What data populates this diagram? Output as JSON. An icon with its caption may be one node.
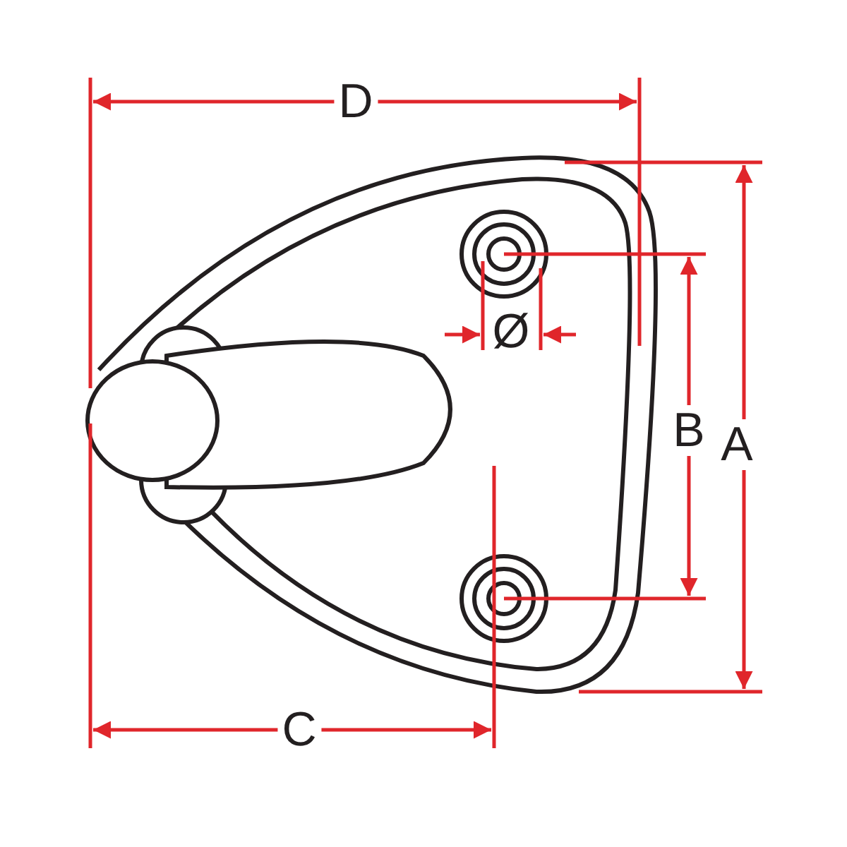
{
  "diagram": {
    "labels": [
      "D",
      "Ø",
      "B",
      "A",
      "C"
    ]
  }
}
